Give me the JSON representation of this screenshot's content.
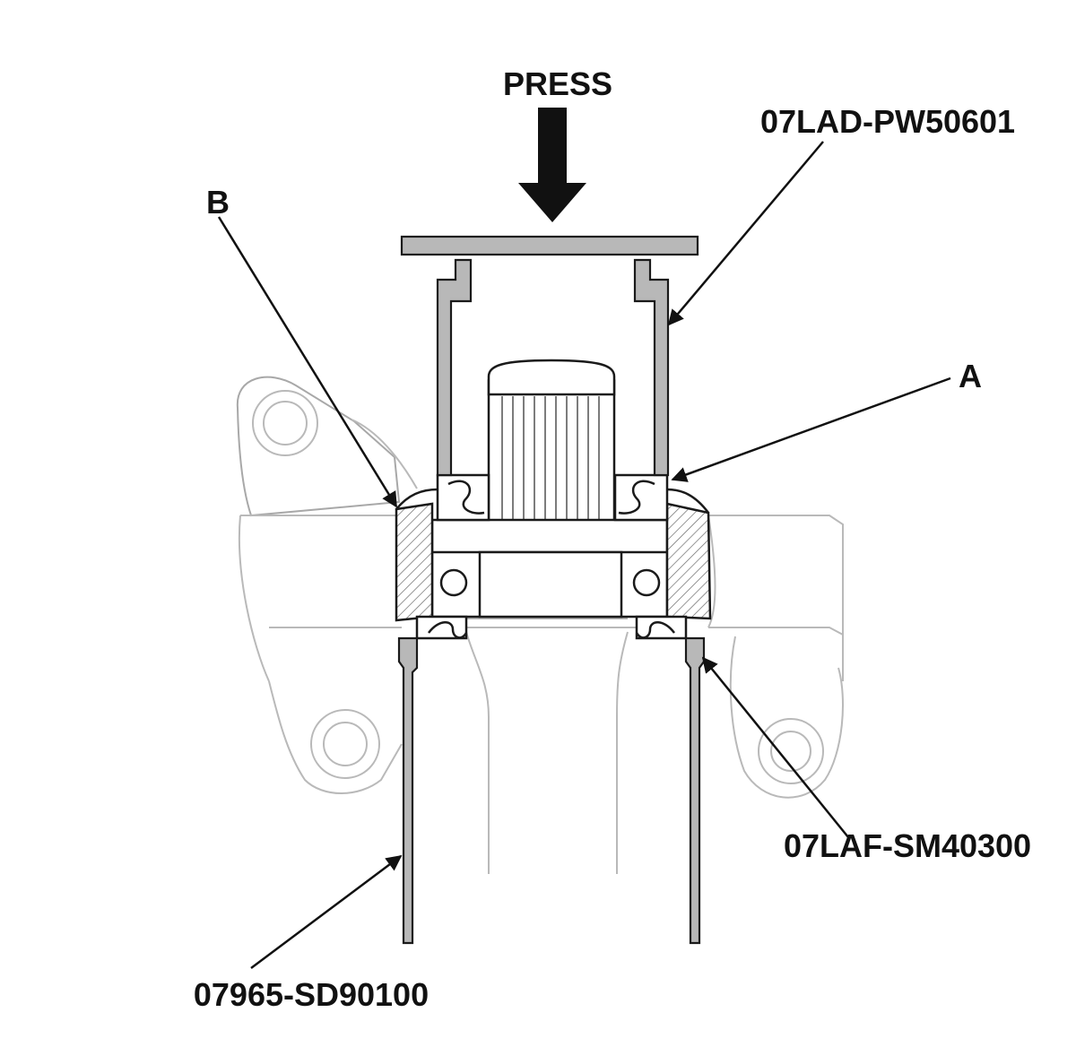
{
  "labels": {
    "press": "PRESS",
    "tool_top": "07LAD-PW50601",
    "part_b": "B",
    "part_a": "A",
    "tool_bottom_right": "07LAF-SM40300",
    "tool_bottom_left": "07965-SD90100"
  },
  "colors": {
    "ink": "#111111",
    "tool_fill": "#b8b8b8",
    "housing_line": "#b9b9b9"
  },
  "icons": [
    "press-arrow-icon",
    "leader-arrow-icon"
  ]
}
